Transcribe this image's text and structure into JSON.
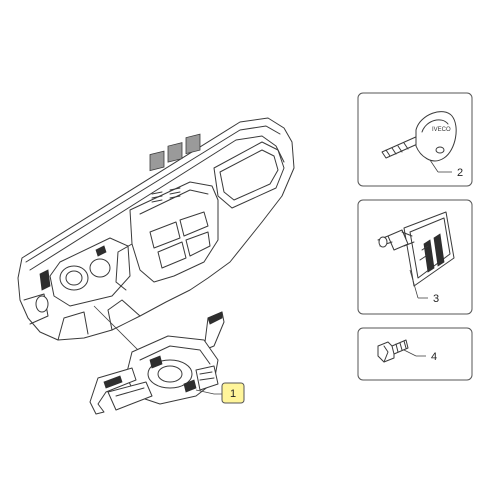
{
  "callouts": [
    {
      "id": "1",
      "label": "1",
      "highlight": "#fff59a"
    },
    {
      "id": "2",
      "label": "2"
    },
    {
      "id": "3",
      "label": "3"
    },
    {
      "id": "4",
      "label": "4"
    }
  ],
  "key_tag_text": "IVECO",
  "colors": {
    "highlight": "#fff59a",
    "line": "#3a3a3a",
    "panel_border": "#555555"
  }
}
